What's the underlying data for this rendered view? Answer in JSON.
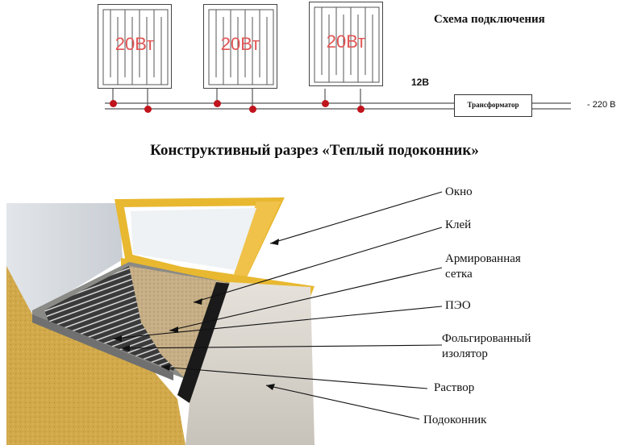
{
  "scheme": {
    "title": "Схема подключения",
    "heaters": [
      {
        "label": "20Вт"
      },
      {
        "label": "20Вт"
      },
      {
        "label": "20Вт"
      }
    ],
    "voltage_low": "12В",
    "transformer_label": "Трансформатор",
    "voltage_high": "- 220 В"
  },
  "section": {
    "title": "Конструктивный разрез «Теплый подоконник»",
    "callouts": {
      "window": "Окно",
      "glue": "Клей",
      "mesh_line1": "Армированная",
      "mesh_line2": "сетка",
      "peo": "ПЭО",
      "foil_line1": "Фольгированный",
      "foil_line2": "изолятор",
      "mortar": "Раствор",
      "sill": "Подоконник"
    }
  },
  "colors": {
    "heater_text": "#e05555",
    "terminal_dot": "#c0141c",
    "window_frame": "#f0c24a",
    "wall_plaster": "#d2a94a",
    "adhesive": "#c6ae86",
    "sill_board": "#d9d5cd"
  }
}
